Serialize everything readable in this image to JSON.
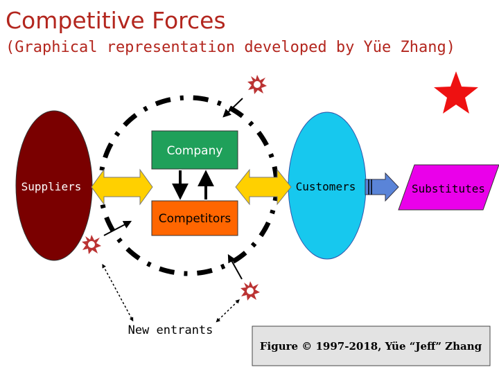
{
  "title": "Competitive Forces",
  "subtitle": "(Graphical representation developed by Yüe Zhang)",
  "nodes": {
    "company": "Company",
    "competitors": "Competitors",
    "suppliers": "Suppliers",
    "customers": "Customers",
    "substitutes": "Substitutes",
    "new_entrants": "New entrants"
  },
  "credit": "Figure © 1997-2018, Yüe “Jeff” Zhang",
  "colors": {
    "title": "#b3261e",
    "suppliers": "#7a0000",
    "customers": "#17c8ee",
    "substitutes": "#ea00ea",
    "company": "#1fa05a",
    "competitors": "#ff6600",
    "double_arrow": "#ffd000",
    "star": "#ee1111",
    "explosion": "#bb3333"
  },
  "icons": [
    "explosion-icon",
    "red-star-icon",
    "double-arrow-icon",
    "dashed-circle"
  ]
}
